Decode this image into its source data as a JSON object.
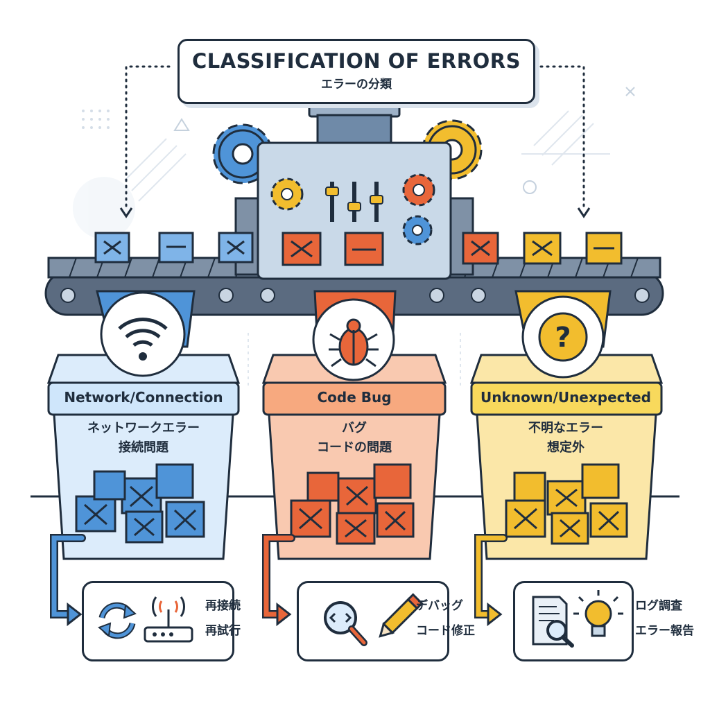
{
  "title": {
    "main": "CLASSIFICATION OF ERRORS",
    "sub": "エラーの分類"
  },
  "bins": [
    {
      "label": "Network/Connection",
      "jp_lines": [
        "ネットワークエラー",
        "接続問題"
      ],
      "icon": "wifi-icon",
      "color": "#3f8fdc",
      "fill": "#dcecfb",
      "band": "#cfe6fb"
    },
    {
      "label": "Code Bug",
      "jp_lines": [
        "バグ",
        "コードの問題"
      ],
      "icon": "bug-icon",
      "color": "#e8663a",
      "fill": "#f9c9b0",
      "band": "#f7a97f"
    },
    {
      "label": "Unknown/Unexpected",
      "jp_lines": [
        "不明なエラー",
        "想定外"
      ],
      "icon": "question-icon",
      "color": "#f2bd2e",
      "fill": "#fbe7a8",
      "band": "#f8d95c"
    }
  ],
  "actions": [
    {
      "lines": [
        "再接続",
        "再試行"
      ],
      "icons": [
        "refresh-icon",
        "router-icon"
      ]
    },
    {
      "lines": [
        "デバッグ",
        "コード修正"
      ],
      "icons": [
        "magnifier-code-icon",
        "pencil-icon"
      ]
    },
    {
      "lines": [
        "ログ調査",
        "エラー報告"
      ],
      "icons": [
        "document-search-icon",
        "lightbulb-icon"
      ]
    }
  ],
  "colors": {
    "outline": "#1f2d3d",
    "blue": "#3f8fdc",
    "orange": "#e8663a",
    "yellow": "#f2bd2e",
    "machine": "#c9d9e8",
    "belt": "#5b6b80"
  }
}
